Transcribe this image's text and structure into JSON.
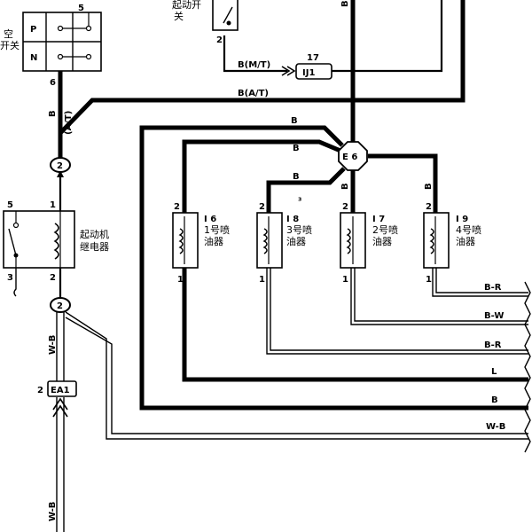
{
  "diagram": {
    "switch_top": {
      "label_line1": "起动开",
      "label_line2": "关",
      "pin_bottom": "2"
    },
    "neutral_switch": {
      "label_part1": "空",
      "label_part2": "开关",
      "pos_p": "P",
      "pos_n": "N",
      "pin_top": "5",
      "pin_bottom": "6"
    },
    "wires": {
      "b_mt": "B(M/T)",
      "b_at": "B(A/T)",
      "at": "(A/T)",
      "b": "B",
      "wb": "W-B",
      "br": "B-R",
      "bw": "B-W",
      "l": "L"
    },
    "connectors": {
      "ij1": "IJ1",
      "ij1_pin": "17",
      "e6": "E 6",
      "c2": "2",
      "ea1": "EA1",
      "ea1_pin": "2"
    },
    "relay": {
      "label_line1": "起动机",
      "label_line2": "继电器",
      "pin5": "5",
      "pin1": "1",
      "pin3": "3",
      "pin2": "2"
    },
    "injectors": [
      {
        "id": "I 6",
        "line1": "1号喷",
        "line2": "油器",
        "pin_top": "2",
        "pin_bottom": "1"
      },
      {
        "id": "I 8",
        "line1": "3号喷",
        "line2": "油器",
        "pin_top": "2",
        "pin_bottom": "1"
      },
      {
        "id": "I 7",
        "line1": "2号喷",
        "line2": "油器",
        "pin_top": "2",
        "pin_bottom": "1"
      },
      {
        "id": "I 9",
        "line1": "4号喷",
        "line2": "油器",
        "pin_top": "2",
        "pin_bottom": "1"
      }
    ],
    "stray_mark": "³"
  }
}
